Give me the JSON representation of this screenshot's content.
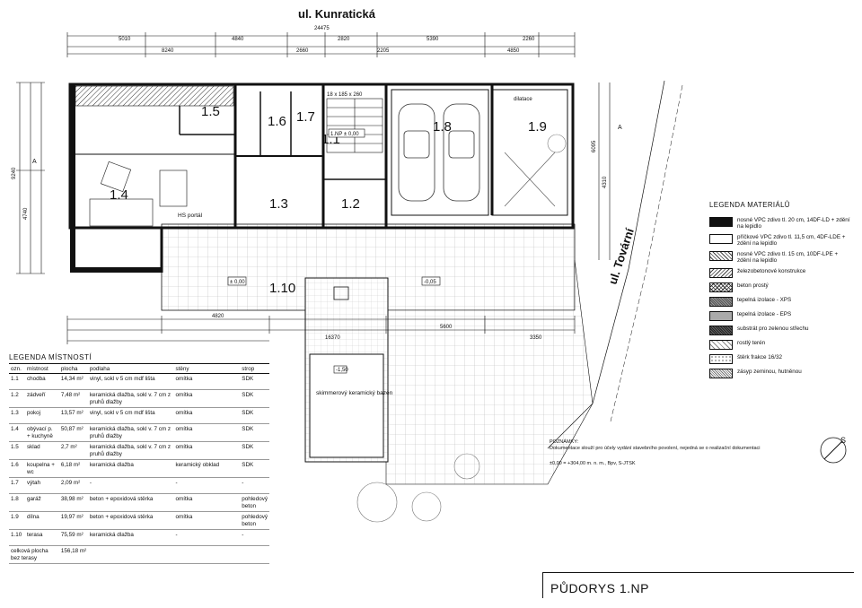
{
  "streets": {
    "top": "ul. Kunratická",
    "right": "ul. Tovární"
  },
  "rooms": [
    {
      "id": "1.4"
    },
    {
      "id": "1.5"
    },
    {
      "id": "1.6"
    },
    {
      "id": "1.7"
    },
    {
      "id": "1.1"
    },
    {
      "id": "1.3"
    },
    {
      "id": "1.2"
    },
    {
      "id": "1.8"
    },
    {
      "id": "1.9"
    },
    {
      "id": "1.10"
    }
  ],
  "labels": {
    "hs_portal": "HS portál",
    "pool": "skimmerový keramický bazén",
    "dilatace": "dilatace",
    "ref_elev": "1.NP ± 0,00",
    "terrace_level": "± 0,00",
    "pool_level": "-1,50",
    "garden_level": "-0,05",
    "stair_note": "18 x 185 x 260",
    "section_a": "A",
    "north": "S"
  },
  "dimensions": {
    "top_total": "24475",
    "top1": "5010",
    "top2": "4840",
    "top3": "2820",
    "top4": "5390",
    "top5": "2260",
    "second1": "8240",
    "second2": "2660",
    "second3": "2205",
    "second4": "4850",
    "bottom_total": "16370",
    "bottom1": "4820",
    "bottom2": "5600",
    "bottom3": "3350",
    "left1": "9240",
    "left2": "4740",
    "right1": "6095",
    "right2": "4310"
  },
  "room_legend": {
    "title": "LEGENDA MÍSTNOSTÍ",
    "headers": [
      "ozn.",
      "místnost",
      "plocha",
      "podlaha",
      "stěny",
      "strop"
    ],
    "rows": [
      [
        "1.1",
        "chodba",
        "14,34 m²",
        "vinyl, sokl v 5 cm mdf lišta",
        "omítka",
        "SDK"
      ],
      [
        "1.2",
        "zádveří",
        "7,48 m²",
        "keramická dlažba, sokl v. 7 cm z pruhů dlažby",
        "omítka",
        "SDK"
      ],
      [
        "1.3",
        "pokoj",
        "13,57 m²",
        "vinyl, sokl v 5 cm mdf lišta",
        "omítka",
        "SDK"
      ],
      [
        "1.4",
        "obývací p. + kuchyně",
        "50,87 m²",
        "keramická dlažba, sokl v. 7 cm z pruhů dlažby",
        "omítka",
        "SDK"
      ],
      [
        "1.5",
        "sklad",
        "2,7 m²",
        "keramická dlažba, sokl v. 7 cm z pruhů dlažby",
        "omítka",
        "SDK"
      ],
      [
        "1.6",
        "koupelna + wc",
        "6,18 m²",
        "keramická dlažba",
        "keramický obklad",
        "SDK"
      ],
      [
        "1.7",
        "výtah",
        "2,09 m²",
        "-",
        "-",
        "-"
      ],
      [
        "1.8",
        "garáž",
        "38,98 m²",
        "beton + epoxidová stěrka",
        "omítka",
        "pohledový beton"
      ],
      [
        "1.9",
        "dílna",
        "19,97 m²",
        "beton + epoxidová stěrka",
        "omítka",
        "pohledový beton"
      ],
      [
        "1.10",
        "terasa",
        "75,59 m²",
        "keramická dlažba",
        "-",
        "-"
      ]
    ],
    "total_label": "celková plocha bez terasy",
    "total_value": "156,18 m²"
  },
  "material_legend": {
    "title": "LEGENDA MATERIÁLŮ",
    "items": [
      {
        "label": "nosné VPC zdivo tl. 20 cm, 14DF-LD + zdění na lepidlo",
        "swatch": "sw-solid"
      },
      {
        "label": "příčkové VPC zdivo tl. 11,5 cm, 4DF-LDE + zdění na lepidlo",
        "swatch": "sw-white"
      },
      {
        "label": "nosné VPC zdivo tl. 15 cm, 10DF-LPE + zdění na lepidlo",
        "swatch": "sw-hatch"
      },
      {
        "label": "železobetonové konstrukce",
        "swatch": "sw-hatch2"
      },
      {
        "label": "beton prostý",
        "swatch": "sw-cross"
      },
      {
        "label": "tepelná izolace - XPS",
        "swatch": "sw-dark"
      },
      {
        "label": "tepelná izolace - EPS",
        "swatch": "sw-grey"
      },
      {
        "label": "substrát pro zelenou střechu",
        "swatch": "sw-dense"
      },
      {
        "label": "rostlý terén",
        "swatch": "sw-light"
      },
      {
        "label": "štěrk frakce 16/32",
        "swatch": "sw-chip"
      },
      {
        "label": "zásyp zeminou, hutněnou",
        "swatch": "sw-hatch3"
      }
    ]
  },
  "notes": {
    "title": "POZNÁMKY:",
    "line1": "Dokumentace slouží pro účely vydání stavebního povolení, nejedná se o realizační dokumentaci",
    "line2": "±0,00 = +304,00 m. n. m., Bpv, S-JTSK"
  },
  "page_title": "PŮDORYS 1.NP"
}
